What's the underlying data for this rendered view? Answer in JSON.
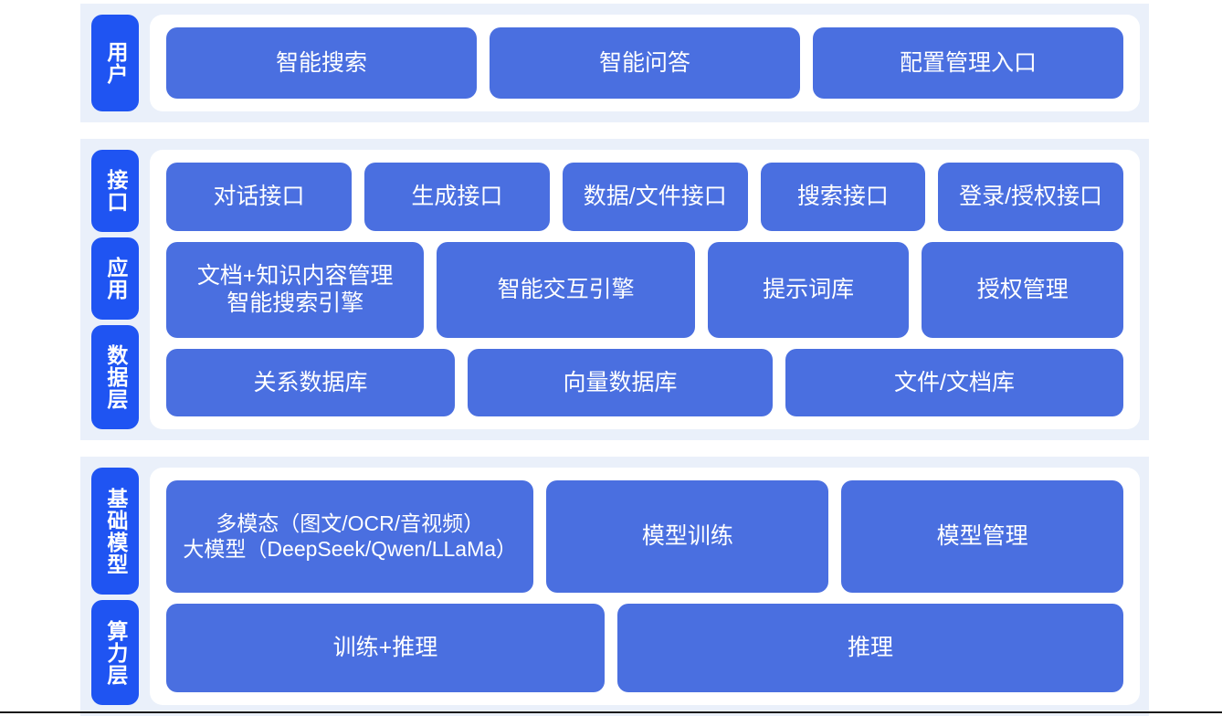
{
  "colors": {
    "page_background": "#ffffff",
    "panel_background": "#eaf0fa",
    "card_background": "#ffffff",
    "tab_blue": "#1f54f2",
    "box_blue": "#4a6fe0",
    "text_on_blue": "#ffffff"
  },
  "panels": [
    {
      "id": "user-panel",
      "tabs": [
        {
          "id": "tab-user",
          "label": "用户"
        }
      ],
      "rows": [
        {
          "id": "user-row",
          "boxes": [
            {
              "id": "box-smart-search",
              "label": "智能搜索",
              "flex": 1
            },
            {
              "id": "box-smart-qa",
              "label": "智能问答",
              "flex": 1
            },
            {
              "id": "box-config-management-entry",
              "label": "配置管理入口",
              "flex": 1
            }
          ]
        }
      ]
    },
    {
      "id": "platform-panel",
      "tabs": [
        {
          "id": "tab-interface",
          "label": "接口"
        },
        {
          "id": "tab-application",
          "label": "应用"
        },
        {
          "id": "tab-data-layer",
          "label": "数据层"
        }
      ],
      "rows": [
        {
          "id": "interface-row",
          "boxes": [
            {
              "id": "box-dialog-api",
              "label": "对话接口",
              "flex": 1
            },
            {
              "id": "box-generation-api",
              "label": "生成接口",
              "flex": 1
            },
            {
              "id": "box-data-file-api",
              "label": "数据/文件接口",
              "flex": 1
            },
            {
              "id": "box-search-api",
              "label": "搜索接口",
              "flex": 0.88
            },
            {
              "id": "box-login-auth-api",
              "label": "登录/授权接口",
              "flex": 1
            }
          ]
        },
        {
          "id": "application-row",
          "boxes": [
            {
              "id": "box-doc-knowledge-search",
              "label": "文档+知识内容管理\n智能搜索引擎",
              "flex": 1.12
            },
            {
              "id": "box-interaction-engine",
              "label": "智能交互引擎",
              "flex": 1.12
            },
            {
              "id": "box-prompt-library",
              "label": "提示词库",
              "flex": 0.86
            },
            {
              "id": "box-authorization-management",
              "label": "授权管理",
              "flex": 0.86
            }
          ]
        },
        {
          "id": "data-layer-row",
          "boxes": [
            {
              "id": "box-relational-database",
              "label": "关系数据库",
              "flex": 1
            },
            {
              "id": "box-vector-database",
              "label": "向量数据库",
              "flex": 1.06
            },
            {
              "id": "box-file-document-store",
              "label": "文件/文档库",
              "flex": 1.18
            }
          ]
        }
      ]
    },
    {
      "id": "infrastructure-panel",
      "tabs": [
        {
          "id": "tab-foundation-model",
          "label": "基础模型"
        },
        {
          "id": "tab-compute-layer",
          "label": "算力层"
        }
      ],
      "rows": [
        {
          "id": "foundation-model-row",
          "boxes": [
            {
              "id": "box-multimodal-llm",
              "label": "多模态（图文/OCR/音视频）\n大模型（DeepSeek/Qwen/LLaMa）",
              "flex": 1.32,
              "size": "small"
            },
            {
              "id": "box-model-training",
              "label": "模型训练",
              "flex": 1
            },
            {
              "id": "box-model-management",
              "label": "模型管理",
              "flex": 1
            }
          ]
        },
        {
          "id": "compute-layer-row",
          "boxes": [
            {
              "id": "box-training-inference",
              "label": "训练+推理",
              "flex": 1
            },
            {
              "id": "box-inference",
              "label": "推理",
              "flex": 1.16
            }
          ]
        }
      ]
    }
  ]
}
